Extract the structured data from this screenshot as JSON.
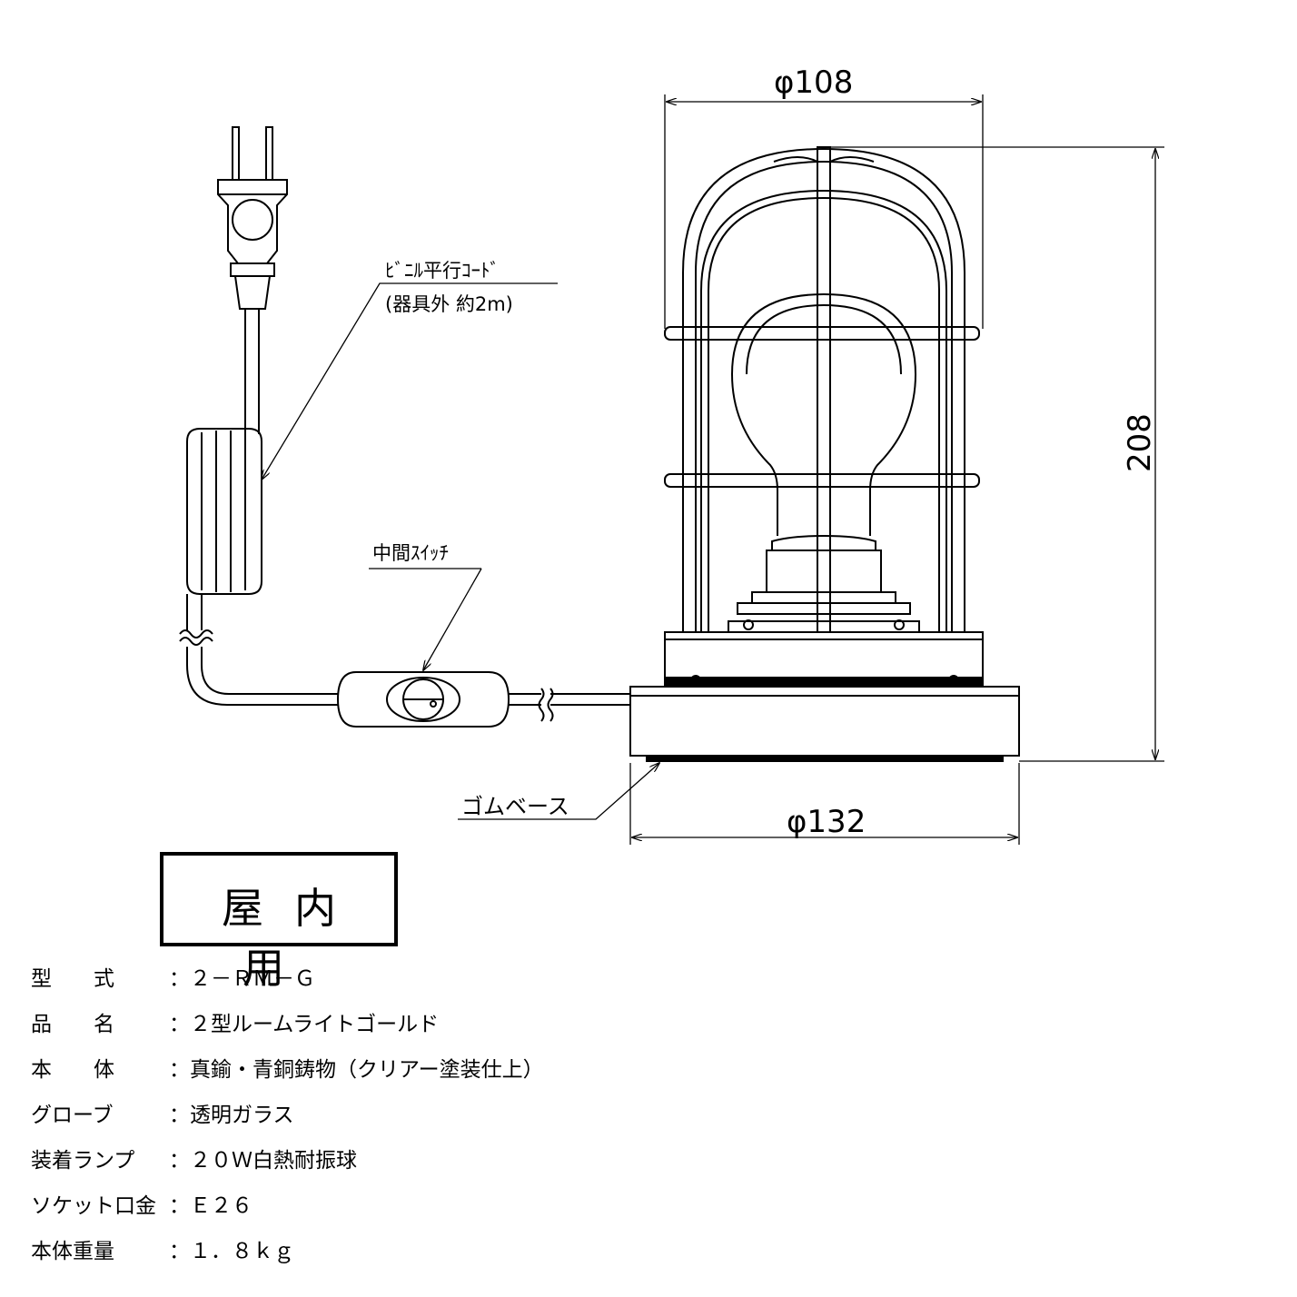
{
  "labels": {
    "cord_line1": "ﾋﾞﾆﾙ平行ｺｰﾄﾞ",
    "cord_line2": "(器具外 約2m)",
    "switch": "中間ｽｲｯﾁ",
    "rubber_base": "ゴムベース"
  },
  "dimensions": {
    "top_diameter": "φ108",
    "base_diameter": "φ132",
    "height": "208"
  },
  "stamp": "屋内用",
  "specs": [
    {
      "key": "型　　式",
      "value": "：２－ＲＭ－Ｇ"
    },
    {
      "key": "品　　名",
      "value": "：２型ルームライトゴールド"
    },
    {
      "key": "本　　体",
      "value": "：真鍮・青銅鋳物（クリアー塗装仕上）"
    },
    {
      "key": "グローブ",
      "value": "：透明ガラス"
    },
    {
      "key": "装着ランプ",
      "value": "：２０Ｗ白熱耐振球"
    },
    {
      "key": "ソケット口金",
      "value": "：Ｅ２６"
    },
    {
      "key": "本体重量",
      "value": "：１．８ｋｇ"
    }
  ],
  "colors": {
    "line": "#000000",
    "background": "#ffffff"
  }
}
